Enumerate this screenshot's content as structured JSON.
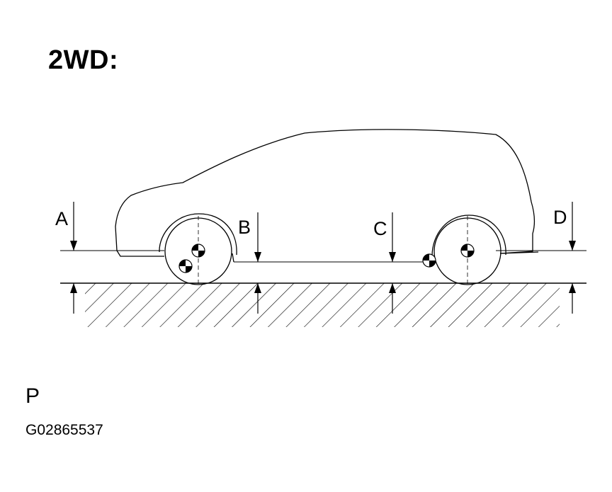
{
  "title": "2WD:",
  "labels": {
    "a": "A",
    "b": "B",
    "c": "C",
    "d": "D"
  },
  "view_letter": "P",
  "figure_id": "G02865537",
  "colors": {
    "line": "#000000",
    "background": "#ffffff"
  }
}
